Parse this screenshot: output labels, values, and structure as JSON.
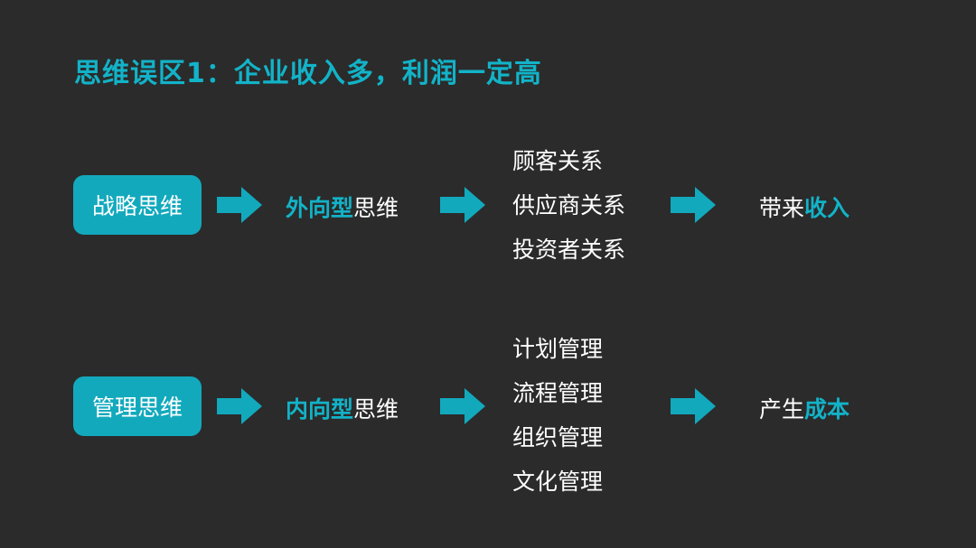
{
  "title": "思维误区1：企业收入多，利润一定高",
  "colors": {
    "background": "#2b2b2b",
    "accent": "#12b3c8",
    "pill": "#12a9bd",
    "text": "#ffffff"
  },
  "icons": {
    "arrow": "right-arrow-icon"
  },
  "rows": [
    {
      "pill_label": "战略思维",
      "concept_accent": "外向型",
      "concept_suffix": "思维",
      "items": [
        "顾客关系",
        "供应商关系",
        "投资者关系"
      ],
      "result_prefix": "带来",
      "result_accent": "收入"
    },
    {
      "pill_label": "管理思维",
      "concept_accent": "内向型",
      "concept_suffix": "思维",
      "items": [
        "计划管理",
        "流程管理",
        "组织管理",
        "文化管理"
      ],
      "result_prefix": "产生",
      "result_accent": "成本"
    }
  ]
}
